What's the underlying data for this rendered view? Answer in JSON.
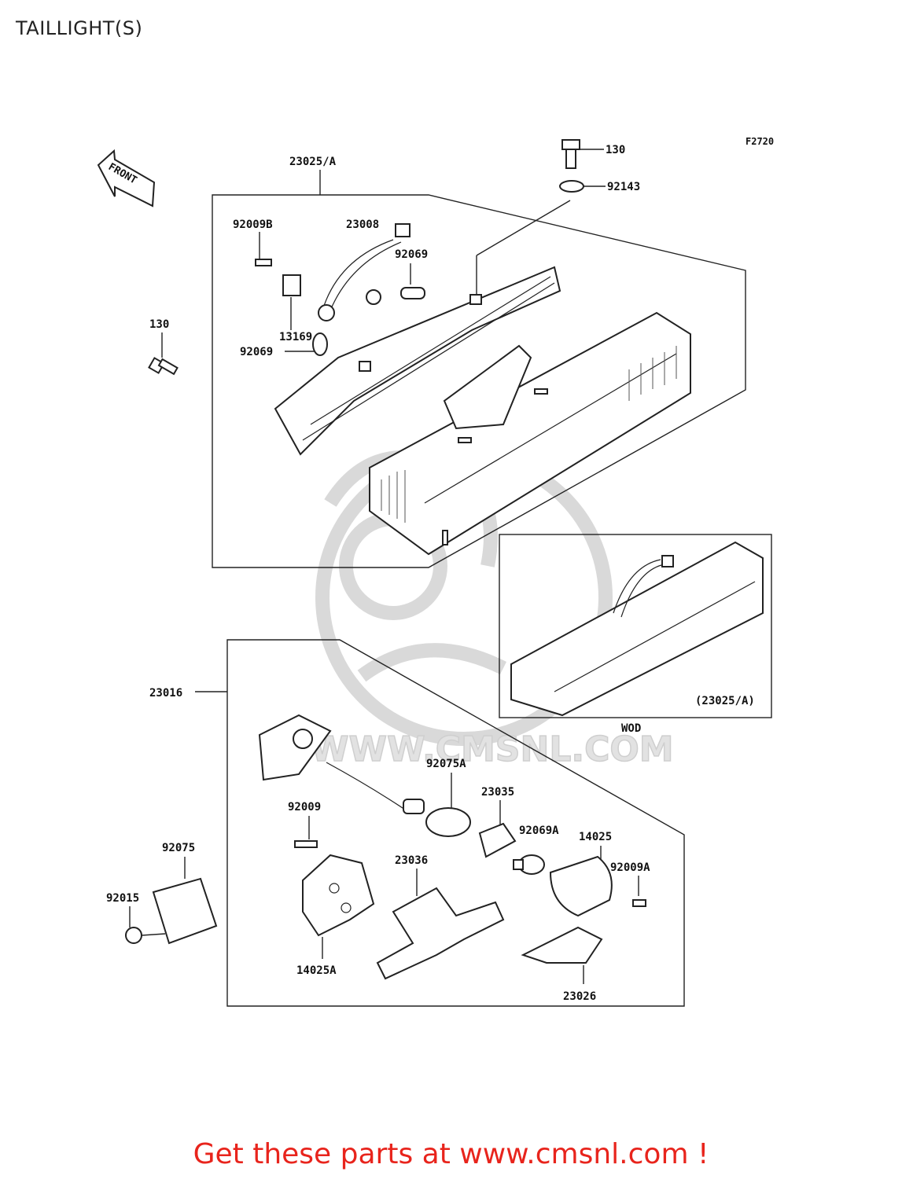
{
  "title": "TAILLIGHT(S)",
  "figure_code": "F2720",
  "front_label": "FRONT",
  "watermark": "WWW.CMSNL.COM",
  "inset": {
    "callout": "(23025/A)",
    "caption": "WOD"
  },
  "labels": {
    "p23025a": "23025/A",
    "p130_top": "130",
    "p92143": "92143",
    "p92009b": "92009B",
    "p23008": "23008",
    "p92069_top": "92069",
    "p13169": "13169",
    "p92069_bot": "92069",
    "p130_left": "130",
    "p23016": "23016",
    "p92075a": "92075A",
    "p23035": "23035",
    "p92009": "92009",
    "p92069a": "92069A",
    "p14025": "14025",
    "p92075": "92075",
    "p23036": "23036",
    "p92009a": "92009A",
    "p92015": "92015",
    "p14025a": "14025A",
    "p23026": "23026"
  },
  "footer": "Get these parts at www.cmsnl.com !"
}
